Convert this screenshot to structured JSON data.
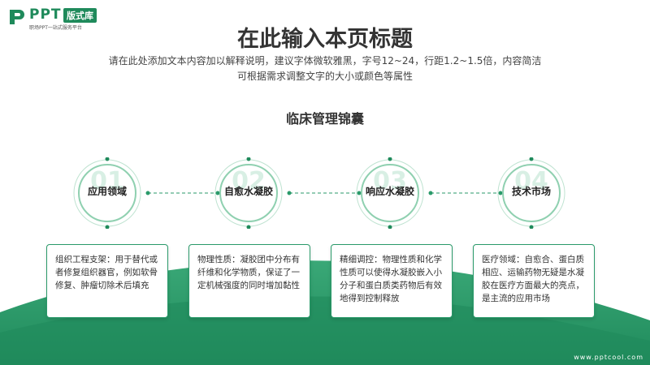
{
  "logo": {
    "brand": "PPT",
    "badge": "版式库",
    "tagline": "职场PPT一站式服务平台"
  },
  "page": {
    "title": "在此输入本页标题",
    "description": [
      "请在此处添加文本内容加以解释说明，建议字体微软雅黑，字号12~24，行距1.2~1.5倍，内容简洁",
      "可根据需求调整文字的大小或颜色等属性"
    ],
    "subtitle": "临床管理锦囊"
  },
  "steps": [
    {
      "number": "01",
      "label": "应用领域",
      "text": "组织工程支架：用于替代或者修复组织器官，例如软骨修复、肿瘤切除术后填充"
    },
    {
      "number": "02",
      "label": "自愈水凝胶",
      "text": "物理性质：凝胶团中分布有纤维和化学物质，保证了一定机械强度的同时增加黏性"
    },
    {
      "number": "03",
      "label": "响应水凝胶",
      "text": "精细调控：物理性质和化学性质可以使得水凝胶嵌入小分子和蛋白质类药物后有效地得到控制释放"
    },
    {
      "number": "04",
      "label": "技术市场",
      "text": "医疗领域：自愈合、蛋白质相应、运输药物无疑是水凝胶在医疗方面最大的亮点，是主流的应用市场"
    }
  ],
  "footer": {
    "url": "www.pptcool.com"
  },
  "colors": {
    "accent": "#1f8a5b",
    "wave_dark": "#2a9a6a",
    "wave_light": "#7cc9a4"
  }
}
